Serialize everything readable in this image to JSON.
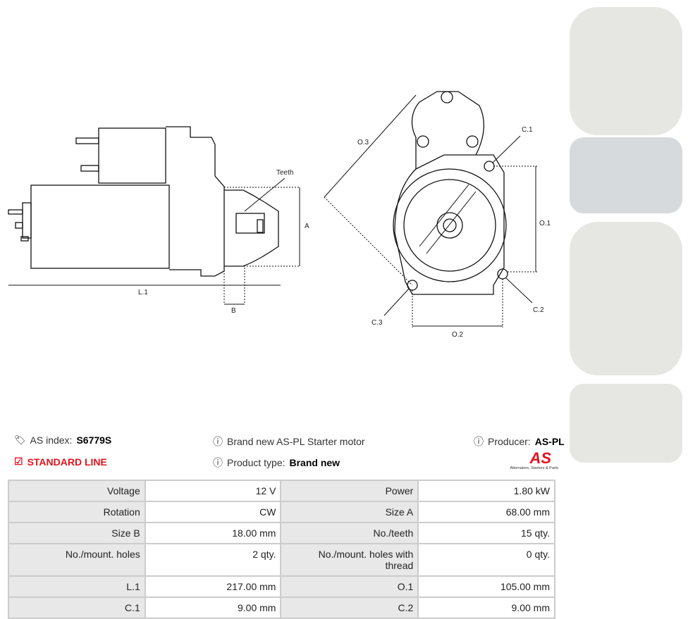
{
  "drawing": {
    "labels": {
      "teeth": "Teeth",
      "a": "A",
      "b": "B",
      "l1": "L.1",
      "o3": "O.3",
      "c1": "C.1",
      "o1": "O.1",
      "c2": "C.2",
      "c3": "C.3",
      "o2": "O.2"
    }
  },
  "info": {
    "as_index_label": "AS index:",
    "as_index_value": "S6779S",
    "line": "STANDARD LINE",
    "description": "Brand new AS-PL Starter motor",
    "product_type_label": "Product type:",
    "product_type_value": "Brand new",
    "producer_label": "Producer:",
    "producer_value": "AS-PL",
    "logo_text": "AS",
    "logo_tagline": "Alternators, Starters & Parts"
  },
  "colors": {
    "accent": "#e5131d"
  },
  "specs": [
    [
      "Voltage",
      "12 V",
      "Power",
      "1.80 kW"
    ],
    [
      "Rotation",
      "CW",
      "Size A",
      "68.00 mm"
    ],
    [
      "Size B",
      "18.00 mm",
      "No./teeth",
      "15 qty."
    ],
    [
      "No./mount. holes",
      "2 qty.",
      "No./mount. holes with thread",
      "0 qty."
    ],
    [
      "L.1",
      "217.00 mm",
      "O.1",
      "105.00 mm"
    ],
    [
      "C.1",
      "9.00 mm",
      "C.2",
      "9.00 mm"
    ]
  ]
}
